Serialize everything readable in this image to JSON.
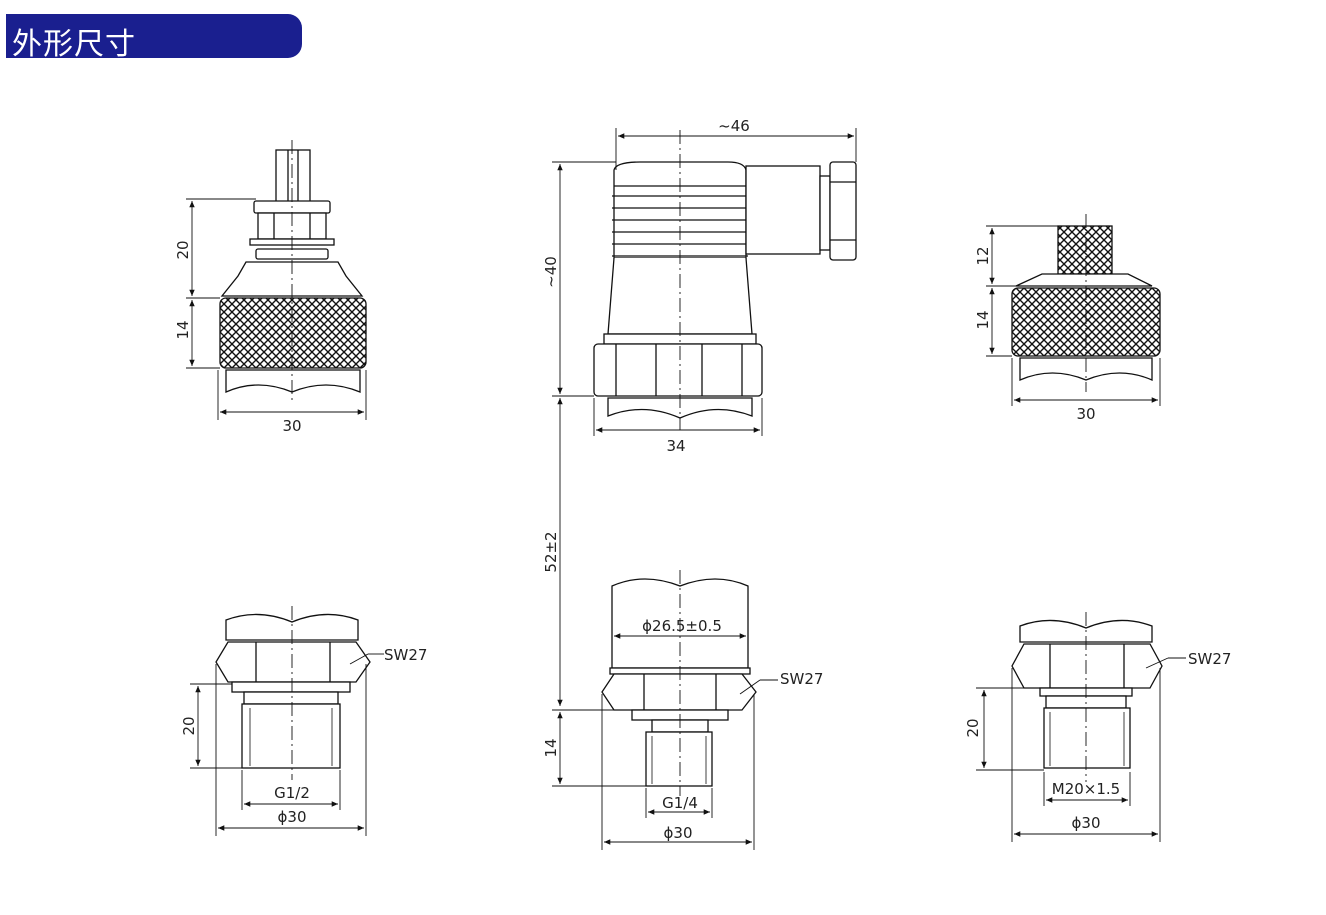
{
  "header": {
    "title": "外形尺寸"
  },
  "dims": {
    "a_height_top": "20",
    "a_height_knurl": "14",
    "a_width": "30",
    "b_width_top": "~46",
    "b_height_top": "~40",
    "b_width_hex": "34",
    "b_height_mid": "52±2",
    "b_dia_body": "ϕ26.5±0.5",
    "b_thread_len": "14",
    "b_thread": "G1/4",
    "b_dia": "ϕ30",
    "c_height_top": "12",
    "c_height_knurl": "14",
    "c_width": "30",
    "d_thread_len": "20",
    "d_thread": "G1/2",
    "d_dia": "ϕ30",
    "e_thread_len": "20",
    "e_thread": "M20×1.5",
    "e_dia": "ϕ30",
    "sw_left": "SW27",
    "sw_mid": "SW27",
    "sw_right": "SW27"
  }
}
